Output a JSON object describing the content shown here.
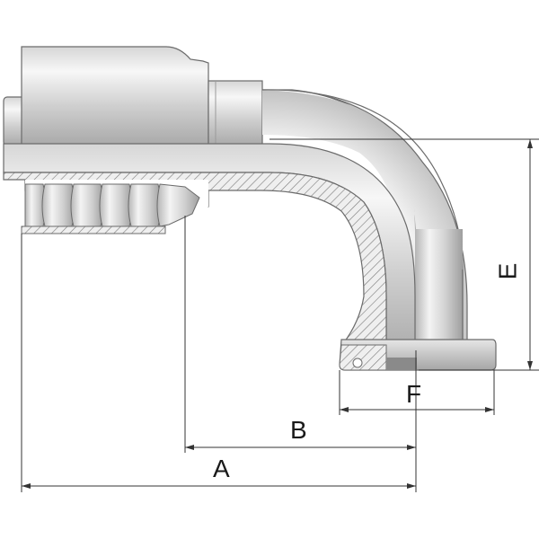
{
  "diagram": {
    "dimensions": [
      {
        "id": "A",
        "label": "A"
      },
      {
        "id": "B",
        "label": "B"
      },
      {
        "id": "E",
        "label": "E"
      },
      {
        "id": "F",
        "label": "F"
      }
    ],
    "colors": {
      "steel_light": "#f2f2f2",
      "steel_mid": "#c9c9c9",
      "steel_dark": "#8e8e8e",
      "outline": "#6b6b6b",
      "dimension_line": "#333333",
      "hatch": "#7a7a7a"
    }
  }
}
